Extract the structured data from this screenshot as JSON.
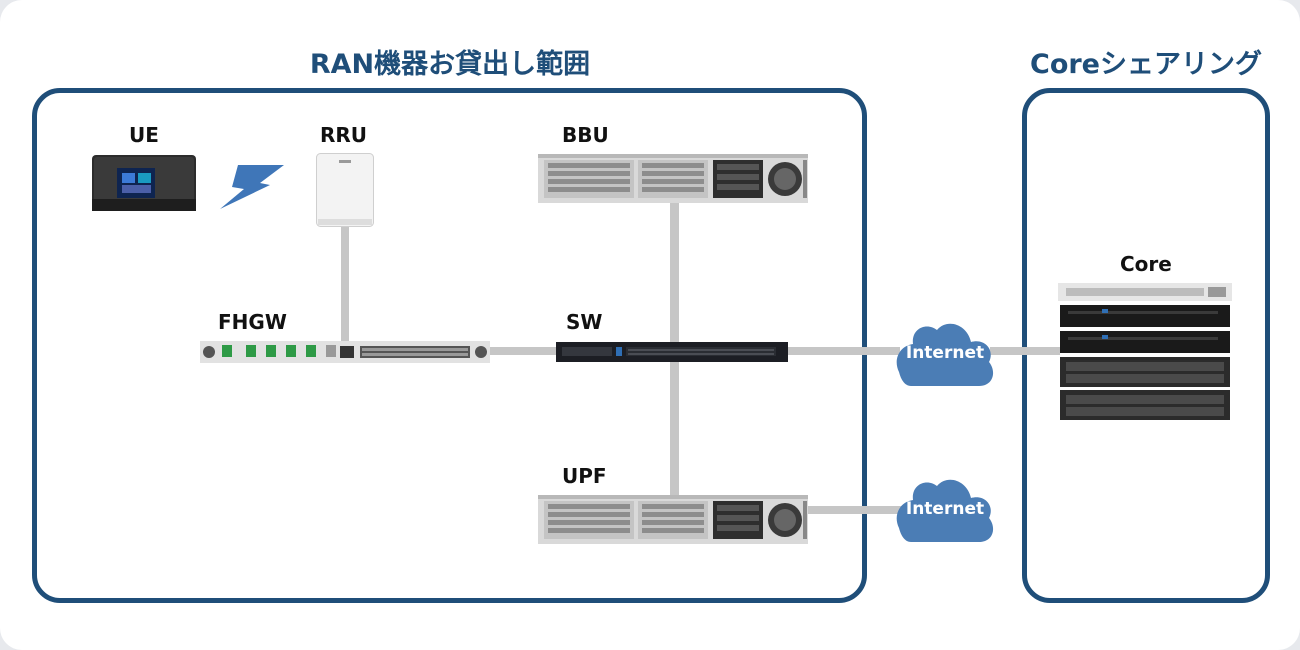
{
  "groups": {
    "ran": {
      "title": "RAN機器お貸出し範囲"
    },
    "core": {
      "title": "Coreシェアリング"
    }
  },
  "devices": {
    "ue": {
      "label": "UE"
    },
    "rru": {
      "label": "RRU"
    },
    "bbu": {
      "label": "BBU"
    },
    "fhgw": {
      "label": "FHGW"
    },
    "sw": {
      "label": "SW"
    },
    "upf": {
      "label": "UPF"
    },
    "core": {
      "label": "Core"
    }
  },
  "clouds": {
    "internet_top": {
      "label": "Internet"
    },
    "internet_bottom": {
      "label": "Internet"
    }
  },
  "colors": {
    "frame": "#1f4e79",
    "cloud": "#4b7db5",
    "link": "#c6c6c6"
  }
}
